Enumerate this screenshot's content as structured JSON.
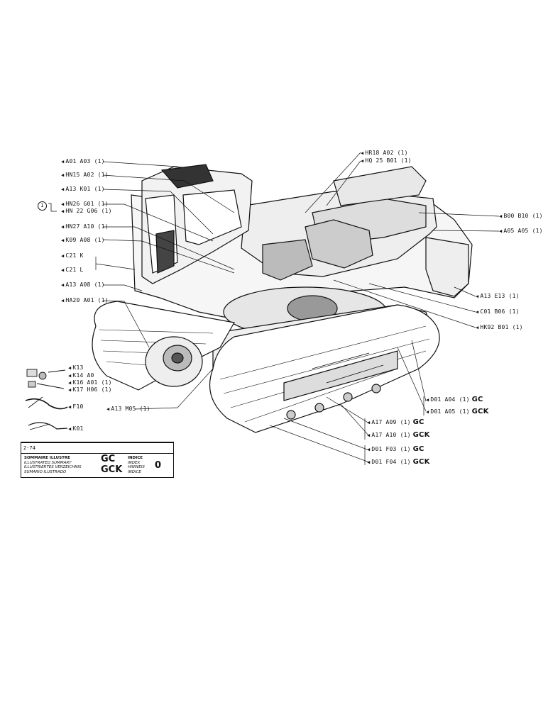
{
  "callouts_left": [
    {
      "ref": "A01",
      "code": "A03 (1)"
    },
    {
      "ref": "HN15",
      "code": "A02 (1)"
    },
    {
      "ref": "A13",
      "code": "K01 (1)"
    },
    {
      "ref": "HN26",
      "code": "G01 (1)"
    },
    {
      "ref": "HN 22",
      "code": "G06 (1)"
    },
    {
      "ref": "HN27",
      "code": "A10 (1)"
    },
    {
      "ref": "K09",
      "code": "A08 (1)"
    },
    {
      "ref": "C21",
      "code": "K"
    },
    {
      "ref": "C21",
      "code": "L"
    },
    {
      "ref": "A13",
      "code": "A08 (1)"
    },
    {
      "ref": "HA20",
      "code": "A01 (1)"
    }
  ],
  "circle_note": "1",
  "callouts_top": [
    {
      "ref": "HR18",
      "code": "A02 (1)"
    },
    {
      "ref": "HQ 25",
      "code": "B01 (1)"
    }
  ],
  "callouts_right": [
    {
      "ref": "B00",
      "code": "B10 (1)"
    },
    {
      "ref": "A05",
      "code": "A05 (1)"
    },
    {
      "ref": "A13",
      "code": "E13 (1)"
    },
    {
      "ref": "C01",
      "code": "B06 (1)"
    },
    {
      "ref": "HK92",
      "code": "B01 (1)"
    }
  ],
  "callouts_inset": [
    {
      "ref": "K13",
      "code": ""
    },
    {
      "ref": "K14",
      "code": "A0"
    },
    {
      "ref": "K16",
      "code": "A01 (1)"
    },
    {
      "ref": "K17",
      "code": "H06 (1)"
    },
    {
      "ref": "F10",
      "code": ""
    },
    {
      "ref": "K01",
      "code": ""
    }
  ],
  "callout_m05": {
    "ref": "A13",
    "code": "M05 (1)"
  },
  "callouts_bottom": [
    {
      "ref": "D01",
      "code": "A04 (1)",
      "model": "GC"
    },
    {
      "ref": "D01",
      "code": "A05 (1)",
      "model": "GCK"
    },
    {
      "ref": "A17",
      "code": "A09 (1)",
      "model": "GC"
    },
    {
      "ref": "A17",
      "code": "A10 (1)",
      "model": "GCK"
    },
    {
      "ref": "D01",
      "code": "F03 (1)",
      "model": "GC"
    },
    {
      "ref": "D01",
      "code": "F04 (1)",
      "model": "GCK"
    }
  ],
  "title_block": {
    "page": "2-74",
    "summary_lines": [
      "SOMMAIRE ILLUSTRE",
      "ILLUSTRATED SUMMARY",
      "ILLUSTRIERTES VERZEICHNIS",
      "SUMARIO ILUSTRADO"
    ],
    "model_gc": "GC",
    "model_gck": "GCK",
    "index_lines": [
      "INDICE",
      "INDEX",
      "HINWEIS",
      "INDICE"
    ],
    "index_value": "0"
  },
  "colors": {
    "ink": "#111111",
    "paper": "#ffffff"
  }
}
